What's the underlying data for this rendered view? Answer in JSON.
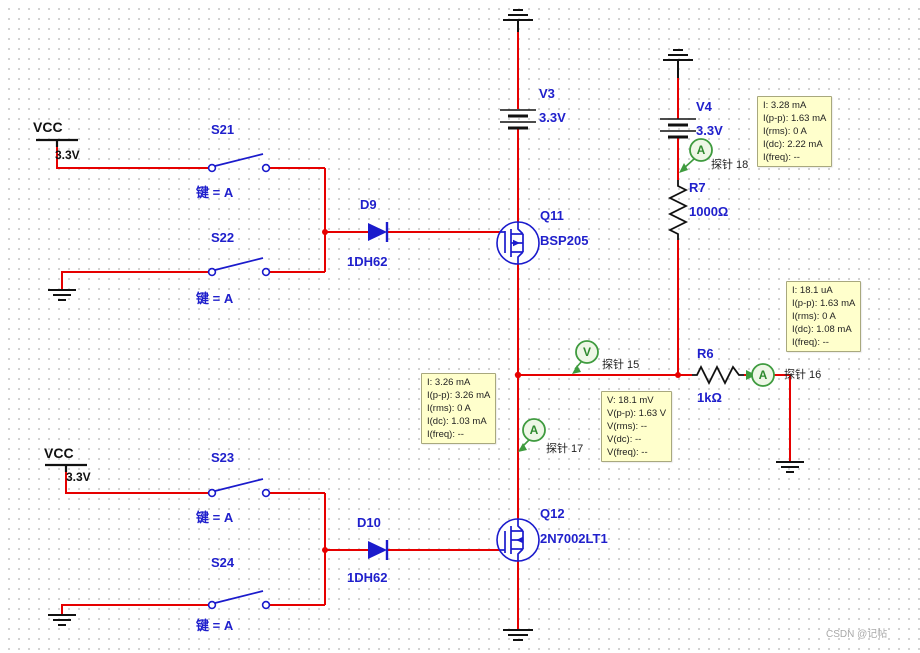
{
  "power": {
    "vcc_top": {
      "label": "VCC",
      "voltage": "3.3V"
    },
    "vcc_bottom": {
      "label": "VCC",
      "voltage": "3.3V"
    }
  },
  "sources": {
    "v3": {
      "ref": "V3",
      "value": "3.3V"
    },
    "v4": {
      "ref": "V4",
      "value": "3.3V"
    }
  },
  "switches": {
    "s21": {
      "ref": "S21",
      "key": "键 = A"
    },
    "s22": {
      "ref": "S22",
      "key": "键 = A"
    },
    "s23": {
      "ref": "S23",
      "key": "键 = A"
    },
    "s24": {
      "ref": "S24",
      "key": "键 = A"
    }
  },
  "diodes": {
    "d9": {
      "ref": "D9",
      "value": "1DH62"
    },
    "d10": {
      "ref": "D10",
      "value": "1DH62"
    }
  },
  "transistors": {
    "q11": {
      "ref": "Q11",
      "value": "BSP205"
    },
    "q12": {
      "ref": "Q12",
      "value": "2N7002LT1"
    }
  },
  "resistors": {
    "r7": {
      "ref": "R7",
      "value": "1000Ω"
    },
    "r6": {
      "ref": "R6",
      "value": "1kΩ"
    }
  },
  "probes": {
    "p15": {
      "label": "探针 15",
      "type": "V",
      "readings": [
        "V: 18.1 mV",
        "V(p-p): 1.63 V",
        "V(rms): --",
        "V(dc): --",
        "V(freq): --"
      ]
    },
    "p16": {
      "label": "探针 16",
      "type": "A",
      "readings": [
        "I: 18.1 uA",
        "I(p-p): 1.63 mA",
        "I(rms): 0 A",
        "I(dc): 1.08 mA",
        "I(freq): --"
      ]
    },
    "p17": {
      "label": "探针 17",
      "type": "A",
      "readings": [
        "I: 3.26 mA",
        "I(p-p): 3.26 mA",
        "I(rms): 0 A",
        "I(dc): 1.03 mA",
        "I(freq): --"
      ]
    },
    "p18": {
      "label": "探针 18",
      "type": "A",
      "readings": [
        "I: 3.28 mA",
        "I(p-p): 1.63 mA",
        "I(rms): 0 A",
        "I(dc): 2.22 mA",
        "I(freq): --"
      ]
    }
  },
  "watermark": "CSDN @记帖",
  "colors": {
    "wire": "#e60000",
    "component_blue": "#1b1bcc",
    "symbol_black": "#111111",
    "probe_green": "#3f9b3f",
    "annotation_bg": "#ffffcc"
  }
}
